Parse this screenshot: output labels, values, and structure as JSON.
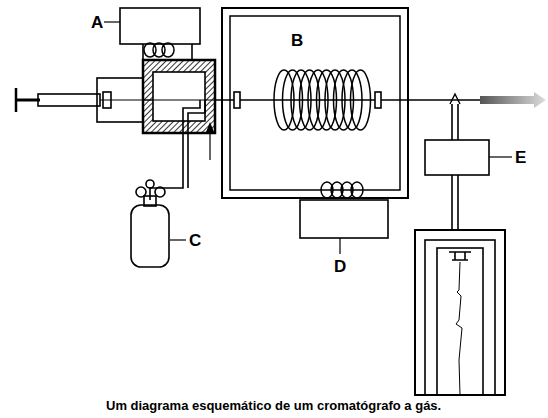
{
  "diagram": {
    "caption": "Um diagrama esquemático de um cromatógrafo a gás.",
    "labels": [
      "A",
      "B",
      "C",
      "D",
      "E"
    ]
  }
}
